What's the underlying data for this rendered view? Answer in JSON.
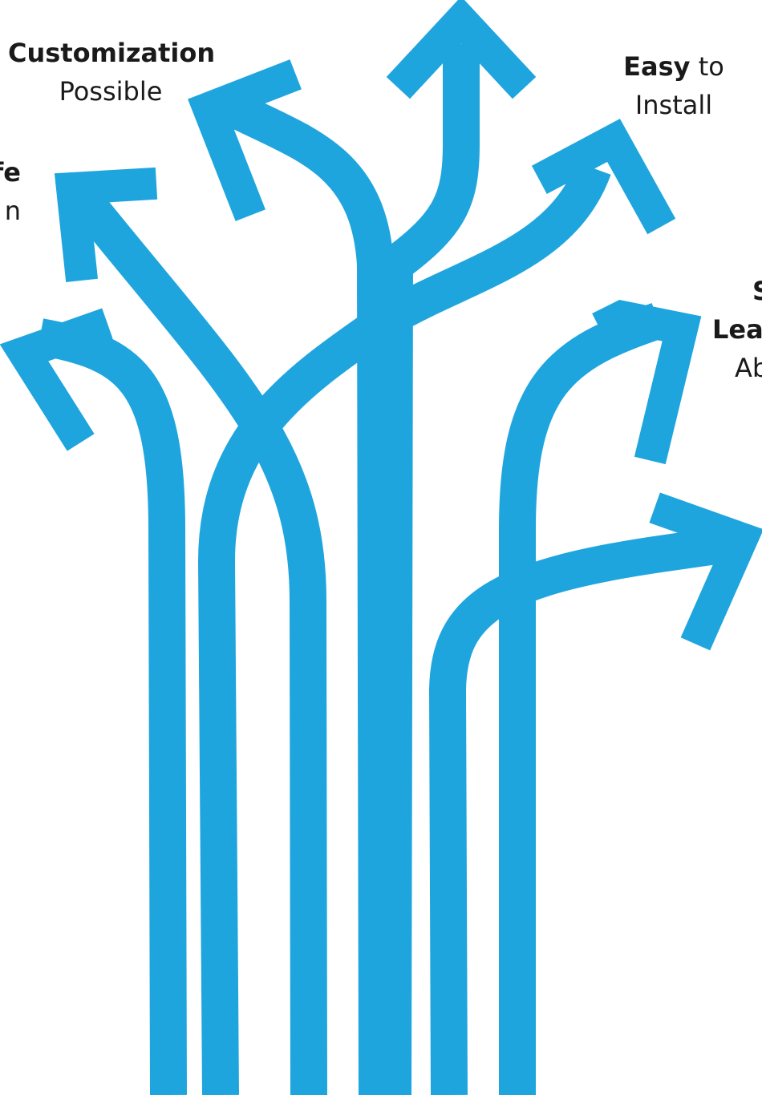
{
  "colors": {
    "arrow": "#1fa5de",
    "text": "#1a1a1a"
  },
  "labels": {
    "customization": {
      "bold": "Customization",
      "rest": "Possible"
    },
    "easy_install": {
      "bold": "Easy",
      "rest_inline": " to",
      "second_line": "Install"
    },
    "left_partial": {
      "bold": "fe",
      "second_line": "n"
    },
    "right_partial": {
      "bold_1": "S",
      "bold_2": "Lea",
      "third_line": "Ab"
    }
  },
  "icons": [
    "branching-arrows-graphic"
  ]
}
